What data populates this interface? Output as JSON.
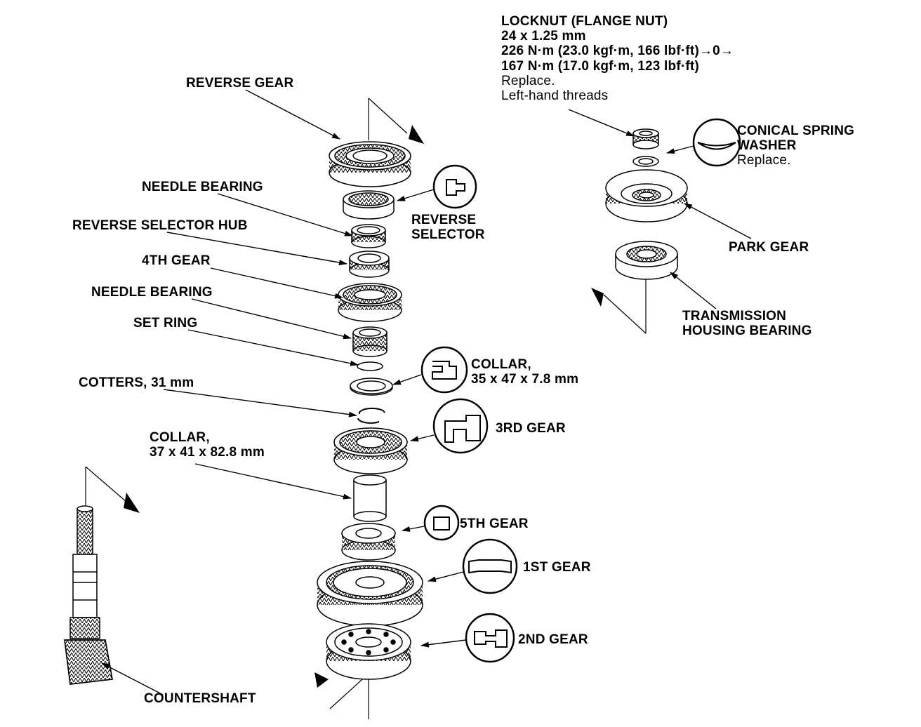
{
  "labels": {
    "reverse_gear": "REVERSE GEAR",
    "needle_bearing_1": "NEEDLE BEARING",
    "reverse_selector_hub": "REVERSE SELECTOR HUB",
    "fourth_gear": "4TH GEAR",
    "needle_bearing_2": "NEEDLE BEARING",
    "set_ring": "SET RING",
    "cotters": "COTTERS, 31 mm",
    "collar_37_line1": "COLLAR,",
    "collar_37_line2": "37 x 41 x 82.8 mm",
    "countershaft": "COUNTERSHAFT",
    "reverse_selector_line1": "REVERSE",
    "reverse_selector_line2": "SELECTOR",
    "collar_35_line1": "COLLAR,",
    "collar_35_line2": "35 x 47 x 7.8 mm",
    "third_gear": "3RD GEAR",
    "fifth_gear": "5TH GEAR",
    "first_gear": "1ST GEAR",
    "second_gear": "2ND GEAR",
    "locknut_title": "LOCKNUT (FLANGE NUT)",
    "locknut_size": "24 x 1.25 mm",
    "locknut_torque1": "226 N·m (23.0 kgf·m, 166 lbf·ft)→0→",
    "locknut_torque2": "167 N·m (17.0 kgf·m, 123 lbf·ft)",
    "locknut_replace": "Replace.",
    "locknut_threads": "Left-hand threads",
    "conical_line1": "CONICAL SPRING",
    "conical_line2": "WASHER",
    "conical_replace": "Replace.",
    "park_gear": "PARK GEAR",
    "housing_bearing_line1": "TRANSMISSION",
    "housing_bearing_line2": "HOUSING BEARING"
  }
}
